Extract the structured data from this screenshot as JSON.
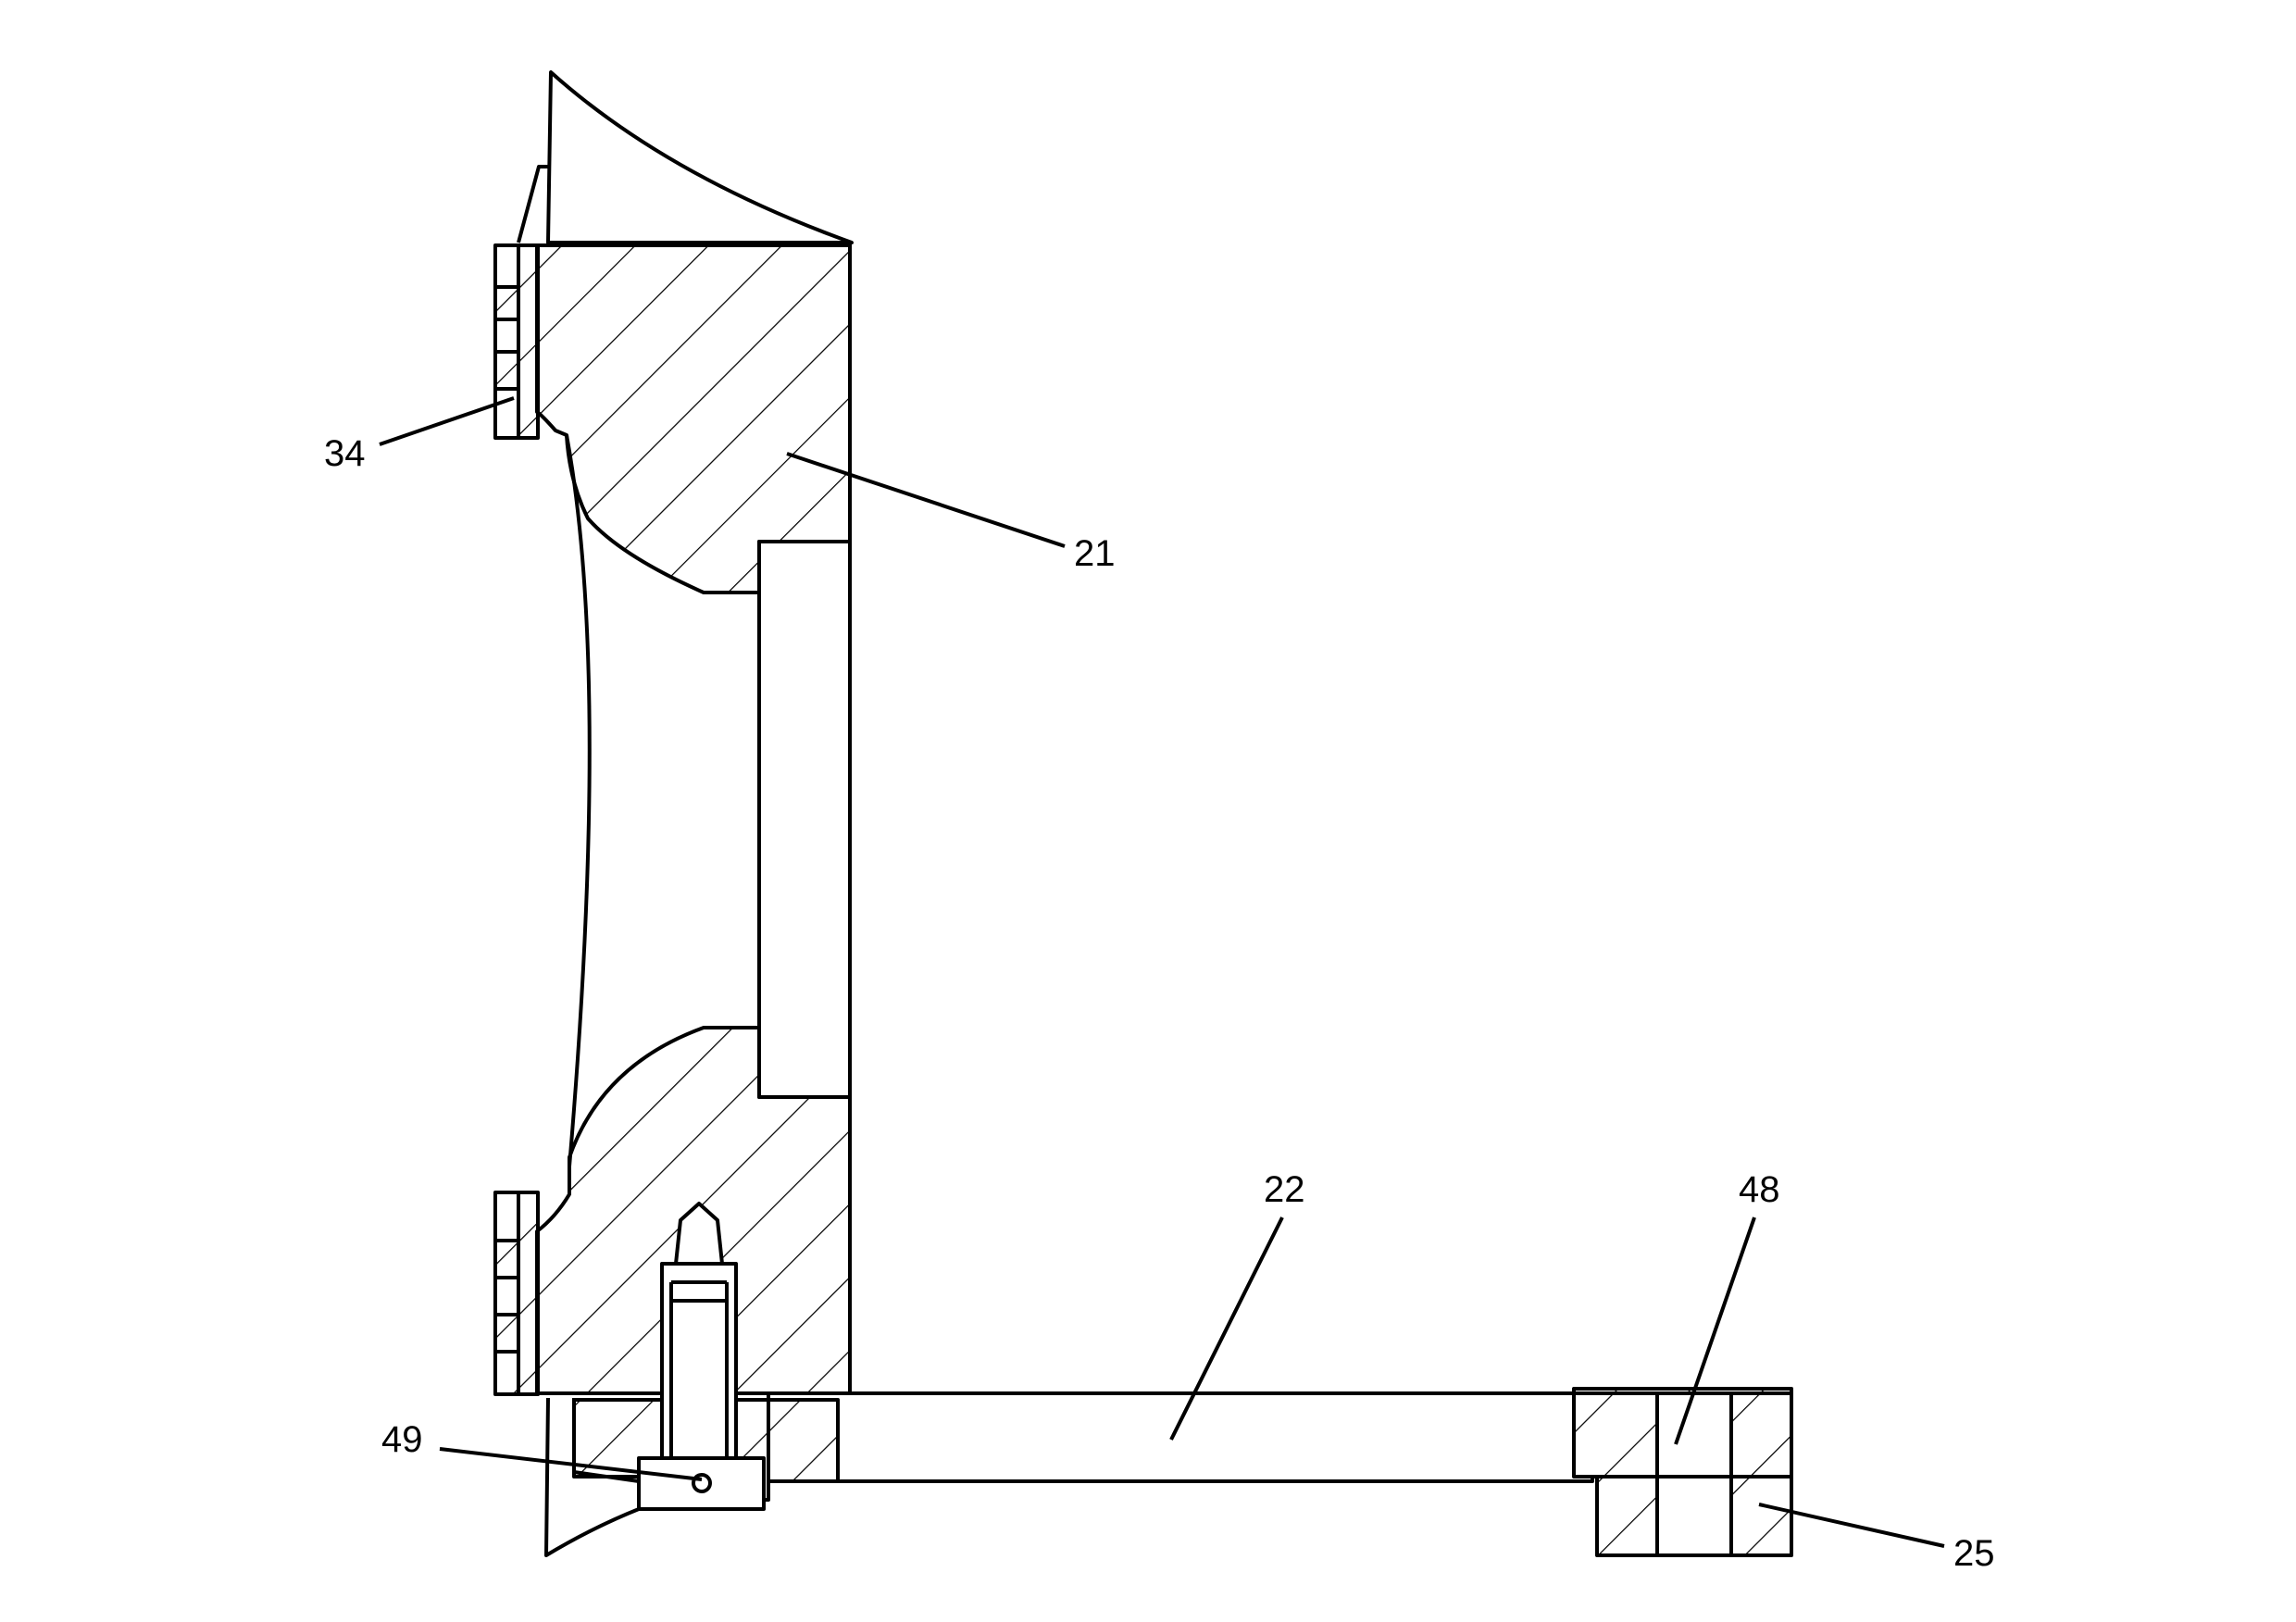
{
  "labels": {
    "l34": "34",
    "l21": "21",
    "l22": "22",
    "l48": "48",
    "l49": "49",
    "l25": "25"
  },
  "colors": {
    "ink": "#000000",
    "paper": "#ffffff"
  }
}
